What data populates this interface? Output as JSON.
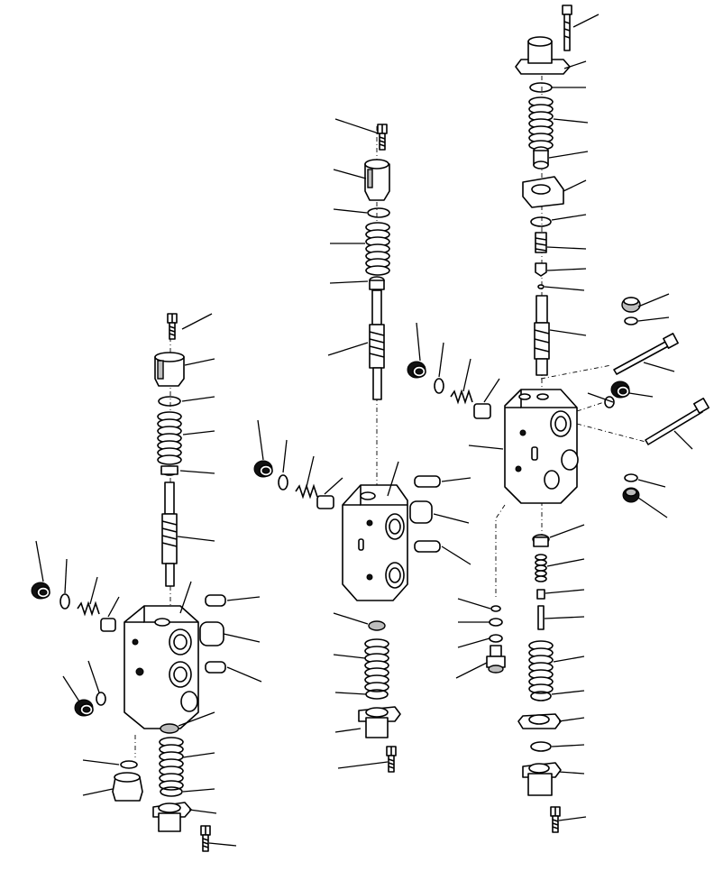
{
  "figure": {
    "description_labels": [],
    "assemblies": [
      "left-valve-section",
      "center-valve-section",
      "right-valve-section"
    ],
    "icons": [
      "hex-bolt",
      "spring",
      "o-ring",
      "spool",
      "valve-body",
      "cap",
      "plug",
      "flange-cover"
    ]
  }
}
